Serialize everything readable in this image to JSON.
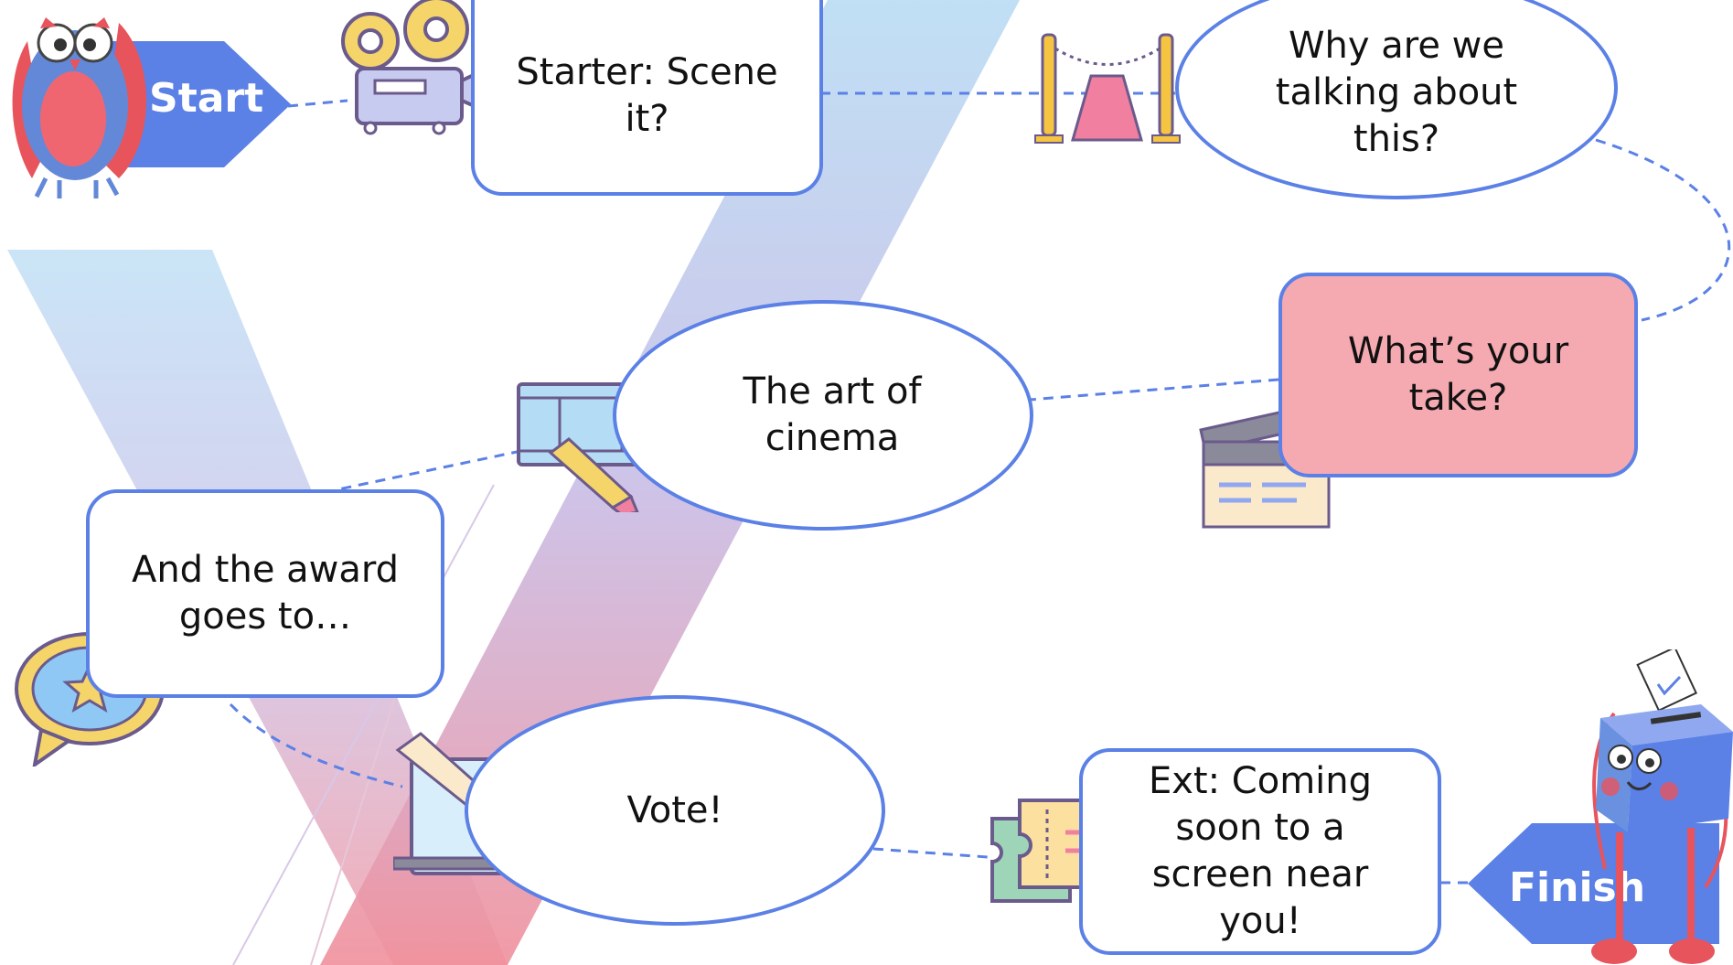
{
  "colors": {
    "node_border": "#5b80e6",
    "take_fill": "#f5aab2",
    "arrow_fill": "#5b80e6",
    "connector": "#5b80e6",
    "background_band_top": "#b9d8f4",
    "background_band_bottom": "#f0909c"
  },
  "start": {
    "label": "Start",
    "icon": "owl-mascot-icon"
  },
  "finish": {
    "label": "Finish",
    "icon": "ballot-box-mascot-icon"
  },
  "nodes": {
    "starter": {
      "text": "Starter: Scene it?",
      "icon": "film-projector-icon"
    },
    "why": {
      "text": "Why are we talking about this?",
      "icon": "red-carpet-icon"
    },
    "take": {
      "text": "What’s your take?",
      "icon": "clapperboard-icon"
    },
    "art": {
      "text": "The art of cinema",
      "icon": "film-strip-pencil-icon"
    },
    "award": {
      "text": "And the award goes to…",
      "icon": "star-speech-bubble-icon"
    },
    "vote": {
      "text": "Vote!",
      "icon": "hand-ballot-icon"
    },
    "ext": {
      "text": "Ext: Coming soon to a screen near you!",
      "icon": "cinema-tickets-icon"
    }
  }
}
